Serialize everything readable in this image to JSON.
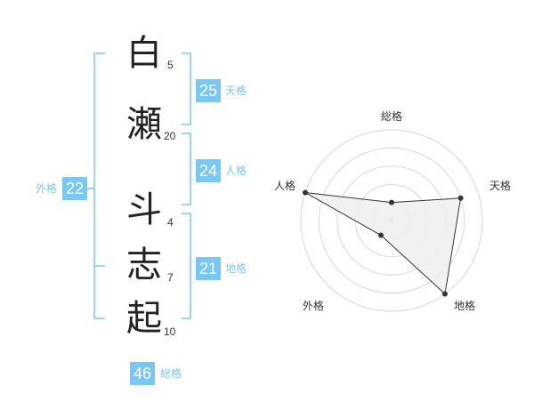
{
  "name": {
    "characters": [
      {
        "char": "白",
        "strokes": "5"
      },
      {
        "char": "瀬",
        "strokes": "20"
      },
      {
        "char": "斗",
        "strokes": "4"
      },
      {
        "char": "志",
        "strokes": "7"
      },
      {
        "char": "起",
        "strokes": "10"
      }
    ]
  },
  "kakusu": {
    "tenkaku": {
      "value": "25",
      "label": "天格"
    },
    "jinkaku": {
      "value": "24",
      "label": "人格"
    },
    "chikaku": {
      "value": "21",
      "label": "地格"
    },
    "gaikaku": {
      "value": "22",
      "label": "外格"
    },
    "soukaku": {
      "value": "46",
      "label": "総格"
    }
  },
  "colors": {
    "accent": "#79c7f5",
    "text": "#222222",
    "radar_fill": "#efefef"
  },
  "chart_data": {
    "type": "radar",
    "axes": [
      "総格",
      "天格",
      "地格",
      "外格",
      "人格"
    ],
    "values": [
      1,
      4,
      5,
      1,
      5
    ],
    "scale_max": 5,
    "rings": 5
  }
}
